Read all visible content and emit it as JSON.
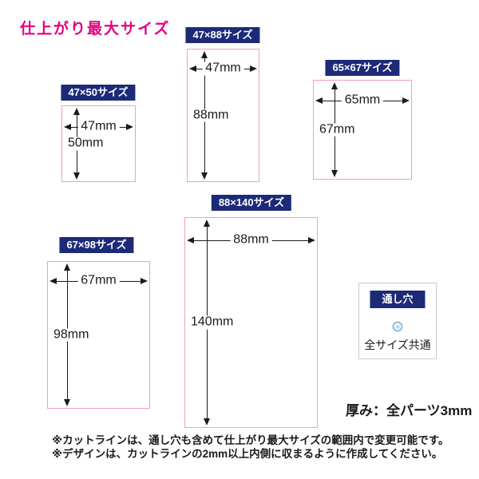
{
  "title": "仕上がり最大サイズ",
  "colors": {
    "title_magenta": "#e4007f",
    "label_navy": "#1d2a78",
    "cut_line_pink": "#f29fc2",
    "hole_ring_blue": "#8bbce4",
    "text_black": "#1a1a1a",
    "hole_box_border_gray": "#c9c9c9"
  },
  "size_boxes": [
    {
      "label": "47×50サイズ",
      "width_label": "47mm",
      "height_label": "50mm"
    },
    {
      "label": "47×88サイズ",
      "width_label": "47mm",
      "height_label": "88mm"
    },
    {
      "label": "65×67サイズ",
      "width_label": "65mm",
      "height_label": "67mm"
    },
    {
      "label": "67×98サイズ",
      "width_label": "67mm",
      "height_label": "98mm"
    },
    {
      "label": "88×140サイズ",
      "width_label": "88mm",
      "height_label": "140mm"
    }
  ],
  "through_hole": {
    "label": "通し穴",
    "icon": "double-circle-icon",
    "note": "全サイズ共通"
  },
  "thickness_note": "厚み：全パーツ3mm",
  "footnotes": [
    "※カットラインは、通し穴も含めて仕上がり最大サイズの範囲内で変更可能です。",
    "※デザインは、カットラインの2mm以上内側に収まるように作成してください。"
  ]
}
